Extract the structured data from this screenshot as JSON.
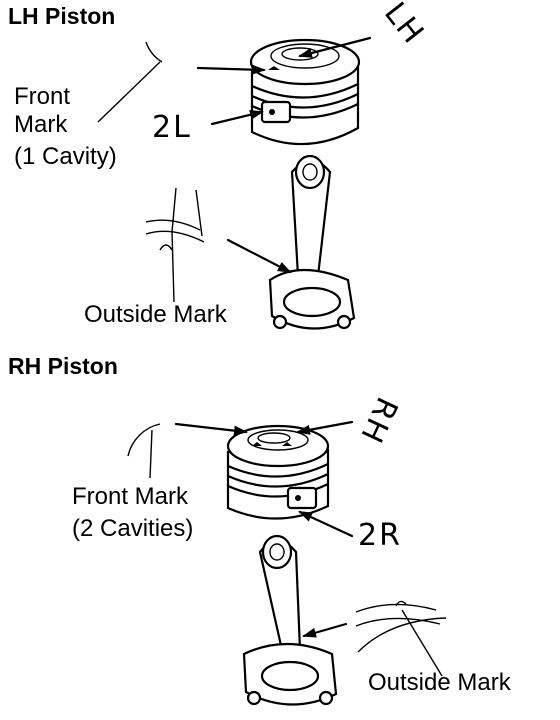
{
  "lh_section": {
    "title": "LH Piston",
    "front_mark": [
      "Front",
      "Mark",
      "(1 Cavity)"
    ],
    "side_mark": "2L",
    "top_mark": "LH",
    "rod_label": "Outside Mark"
  },
  "rh_section": {
    "title": "RH Piston",
    "front_mark": [
      "Front Mark",
      "(2 Cavities)"
    ],
    "side_mark": "2R",
    "top_mark": "RH",
    "rod_label": "Outside Mark"
  }
}
